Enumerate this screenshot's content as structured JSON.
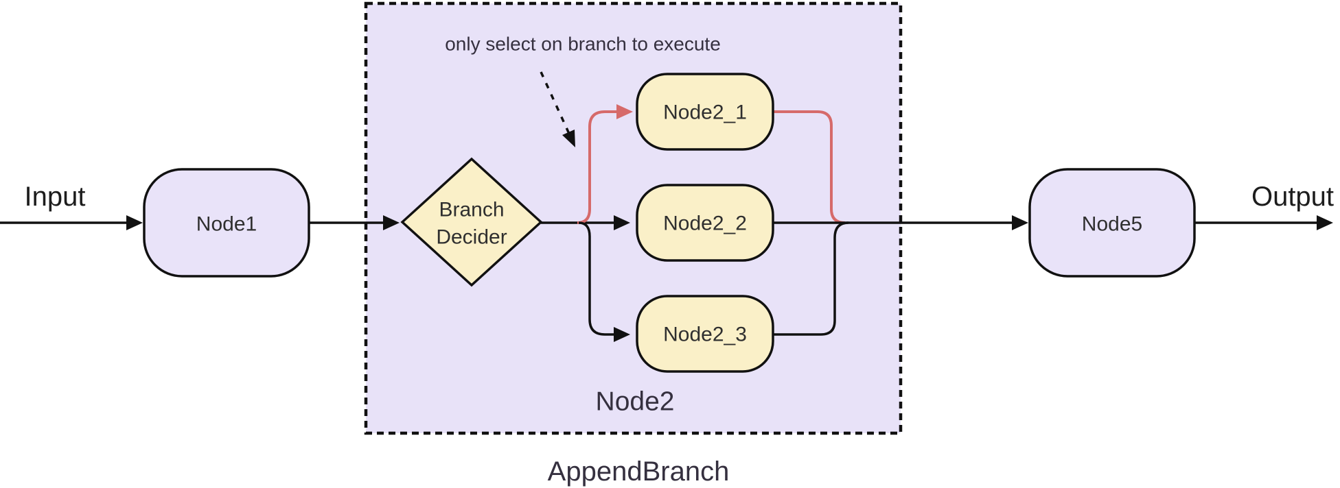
{
  "diagram": {
    "io": {
      "input": "Input",
      "output": "Output"
    },
    "annotation": "only select on branch to execute",
    "nodes": {
      "node1": "Node1",
      "decider_line1": "Branch",
      "decider_line2": "Decider",
      "node2_1": "Node2_1",
      "node2_2": "Node2_2",
      "node2_3": "Node2_3",
      "node5": "Node5"
    },
    "subgraph": {
      "title": "Node2",
      "caption": "AppendBranch"
    }
  },
  "colors": {
    "background": "#ffffff",
    "container_fill": "#E8E2F8",
    "lavender_node_fill": "#E9E3F9",
    "yellow_node_fill": "#FAF0C8",
    "line": "#111111",
    "highlight": "#D66A6A",
    "node_text": "#2F2F2F",
    "label_text": "#35303F",
    "io_text": "#1D1D1D"
  }
}
